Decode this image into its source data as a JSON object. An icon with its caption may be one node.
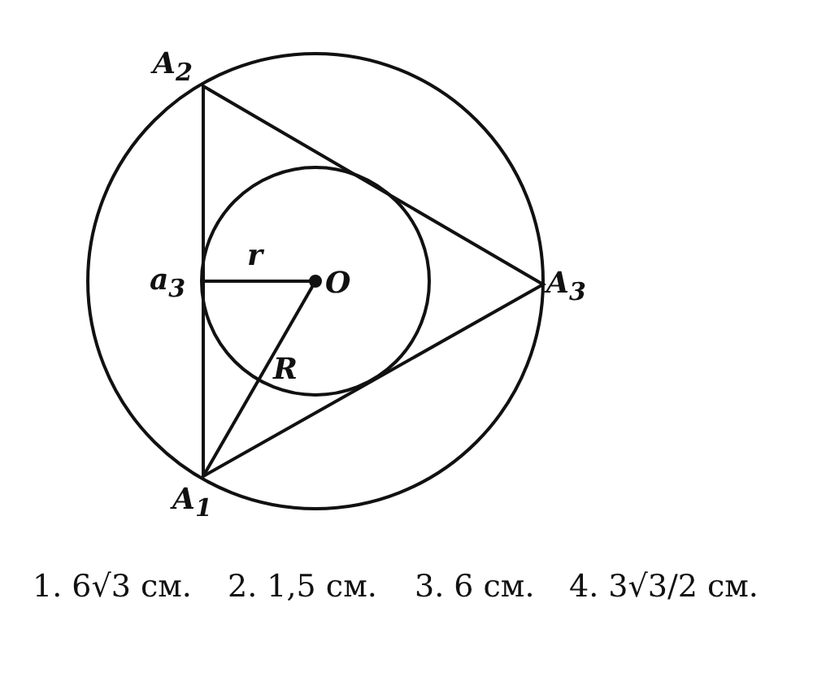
{
  "diagram": {
    "labels": [
      "A$_{2}$",
      "a$_{3}$",
      "r",
      "O",
      "A$_{3}$",
      "R",
      "A$_{1}$",
      "1. 6√3 см.",
      "2. 1,5 см.",
      "3. 6 см.",
      "4. 3√3/2 см."
    ]
  }
}
